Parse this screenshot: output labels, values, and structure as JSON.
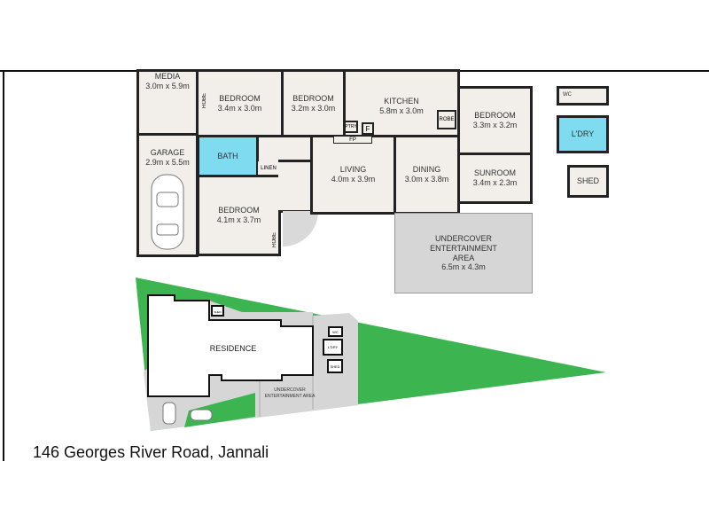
{
  "rooms": {
    "media": {
      "name": "MEDIA",
      "dims": "3.0m x 5.9m"
    },
    "garage": {
      "name": "GARAGE",
      "dims": "2.9m x 5.5m"
    },
    "bedroom1": {
      "name": "BEDROOM",
      "dims": "3.4m x 3.0m"
    },
    "bedroom2": {
      "name": "BEDROOM",
      "dims": "3.2m x 3.0m"
    },
    "kitchen": {
      "name": "KITCHEN",
      "dims": "5.8m x 3.0m"
    },
    "bedroom3": {
      "name": "BEDROOM",
      "dims": "3.3m x 3.2m"
    },
    "bath": {
      "name": "BATH"
    },
    "linen": {
      "name": "LINEN"
    },
    "bedroom4": {
      "name": "BEDROOM",
      "dims": "4.1m x 3.7m"
    },
    "living": {
      "name": "LIVING",
      "dims": "4.0m x 3.9m"
    },
    "dining": {
      "name": "DINING",
      "dims": "3.0m x 3.8m"
    },
    "sunroom": {
      "name": "SUNROOM",
      "dims": "3.4m x 2.3m"
    },
    "undercover": {
      "name": "UNDERCOVER ENTERTAINMENT AREA",
      "dims": "6.5m x 4.3m"
    },
    "wc": {
      "name": "WC"
    },
    "laundry": {
      "name": "L'DRY"
    },
    "shed": {
      "name": "SHED"
    }
  },
  "labels": {
    "robe": "ROBE",
    "ptry": "PTRY",
    "fridge": "F",
    "fireplace": "FP"
  },
  "site": {
    "residence": "RESIDENCE",
    "shed": "SHED",
    "wc": "WC",
    "laundry": "L'DRY",
    "shed2": "SHED",
    "undercover": "UNDERCOVER ENTERTAINMENT AREA"
  },
  "address": "146 Georges River Road, Jannali",
  "colors": {
    "bath": "#7fdcf0",
    "lawn": "#3cb550",
    "paving": "#d6d6d6"
  }
}
